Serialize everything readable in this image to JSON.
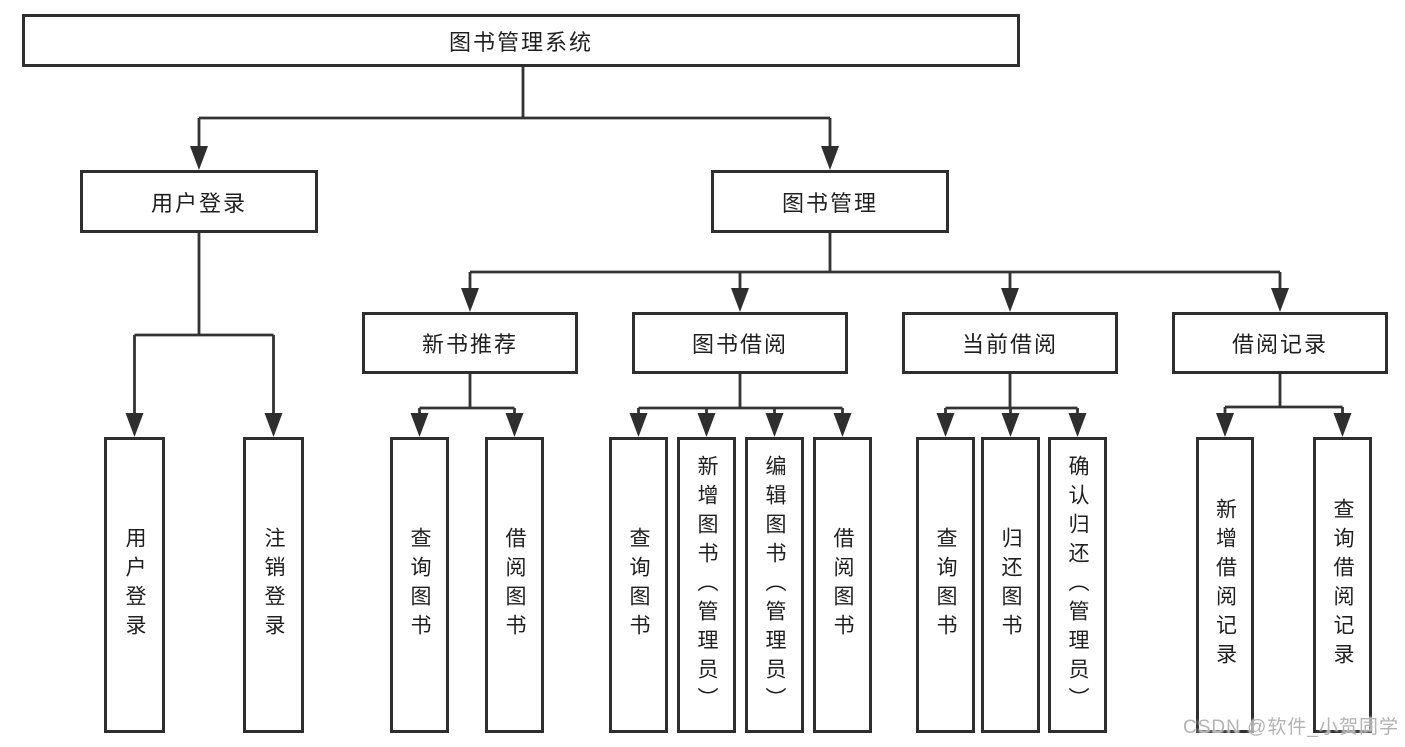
{
  "tree": {
    "label": "图书管理系统",
    "children": [
      {
        "label": "用户登录",
        "children": [
          {
            "label": "用户登录"
          },
          {
            "label": "注销登录"
          }
        ]
      },
      {
        "label": "图书管理",
        "children": [
          {
            "label": "新书推荐",
            "children": [
              {
                "label": "查询图书"
              },
              {
                "label": "借阅图书"
              }
            ]
          },
          {
            "label": "图书借阅",
            "children": [
              {
                "label": "查询图书"
              },
              {
                "label": "新增图书（管理员）"
              },
              {
                "label": "编辑图书（管理员）"
              },
              {
                "label": "借阅图书"
              }
            ]
          },
          {
            "label": "当前借阅",
            "children": [
              {
                "label": "查询图书"
              },
              {
                "label": "归还图书"
              },
              {
                "label": "确认归还（管理员）"
              }
            ]
          },
          {
            "label": "借阅记录",
            "children": [
              {
                "label": "新增借阅记录"
              },
              {
                "label": "查询借阅记录"
              }
            ]
          }
        ]
      }
    ]
  },
  "watermark": "CSDN @软件_小贺同学",
  "colors": {
    "line": "#333333",
    "arrow_fill": "#2e2e2e",
    "box_border": "#2e2e2e",
    "text": "#1f1f1f",
    "watermark": "#b3b3b3",
    "background": "#ffffff"
  }
}
